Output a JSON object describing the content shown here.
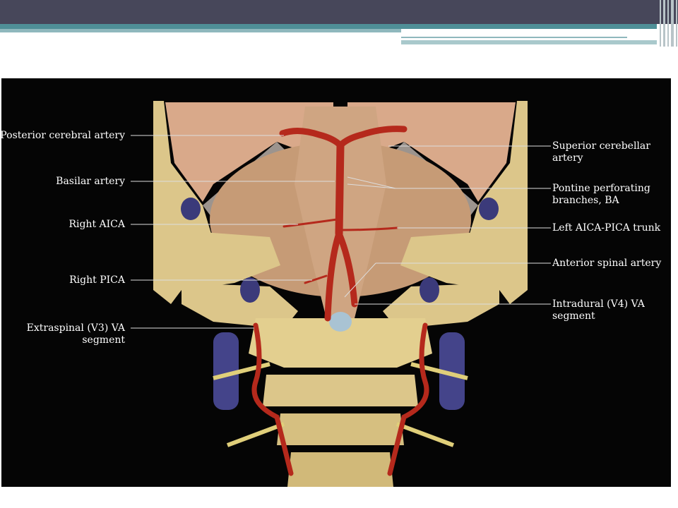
{
  "labels_left": [
    "Posterior cerebral artery",
    "Basilar artery",
    "Right AICA",
    "Right PICA",
    "Extraspinal (V3) VA\nsegment"
  ],
  "labels_right": [
    "Superior cerebellar\nartery",
    "Pontine perforating\nbranches, BA",
    "Left AICA-PICA trunk",
    "Anterior spinal artery",
    "Intradural (V4) VA\nsegment"
  ],
  "colors": {
    "background_bar": "#47475a",
    "accent_teal": "#4f8f97",
    "artery": "#b5291c",
    "bone": "#dcc68a",
    "brain": "#c69b76"
  }
}
